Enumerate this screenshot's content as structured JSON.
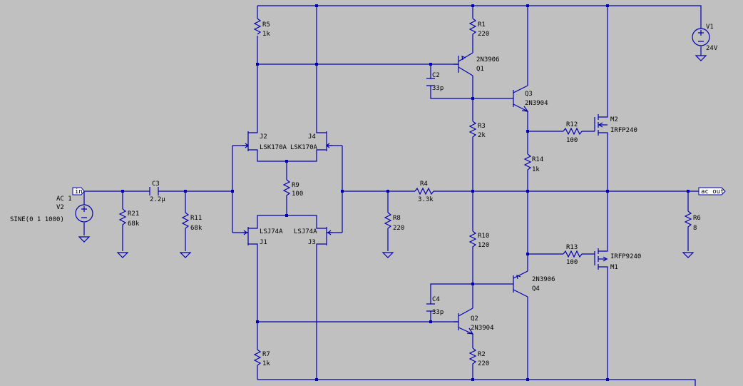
{
  "labels": {
    "R1_ref": "R1",
    "R1_val": "220",
    "R2_ref": "R2",
    "R2_val": "220",
    "R3_ref": "R3",
    "R3_val": "2k",
    "R4_ref": "R4",
    "R4_val": "3.3k",
    "R5_ref": "R5",
    "R5_val": "1k",
    "R6_ref": "R6",
    "R6_val": "8",
    "R7_ref": "R7",
    "R7_val": "1k",
    "R8_ref": "R8",
    "R8_val": "220",
    "R9_ref": "R9",
    "R9_val": "100",
    "R10_ref": "R10",
    "R10_val": "120",
    "R11_ref": "R11",
    "R11_val": "68k",
    "R12_ref": "R12",
    "R12_val": "100",
    "R13_ref": "R13",
    "R13_val": "100",
    "R14_ref": "R14",
    "R14_val": "1k",
    "R21_ref": "R21",
    "R21_val": "68k",
    "C2_ref": "C2",
    "C2_val": "33p",
    "C3_ref": "C3",
    "C3_val": "2.2µ",
    "C4_ref": "C4",
    "C4_val": "33p",
    "Q1_ref": "Q1",
    "Q1_val": "2N3906",
    "Q2_ref": "Q2",
    "Q2_val": "2N3904",
    "Q3_ref": "Q3",
    "Q3_val": "2N3904",
    "Q4_ref": "Q4",
    "Q4_val": "2N3906",
    "J1_ref": "J1",
    "J1_val": "LSJ74A",
    "J2_ref": "J2",
    "J2_val": "LSK170A",
    "J3_ref": "J3",
    "J3_val": "LSJ74A",
    "J4_ref": "J4",
    "J4_val": "LSK170A",
    "M1_ref": "M1",
    "M1_val": "IRFP9240",
    "M2_ref": "M2",
    "M2_val": "IRFP240",
    "V1_ref": "V1",
    "V1_val": "24V",
    "V2_ref": "V2",
    "V2_ac": "AC 1",
    "V2_val": "SINE(0 1 1000)",
    "in_flag": "in",
    "out_flag": "ac_out"
  },
  "colors": {
    "background": "#c0c0c0",
    "wire": "#0000b4",
    "text": "#000000"
  }
}
